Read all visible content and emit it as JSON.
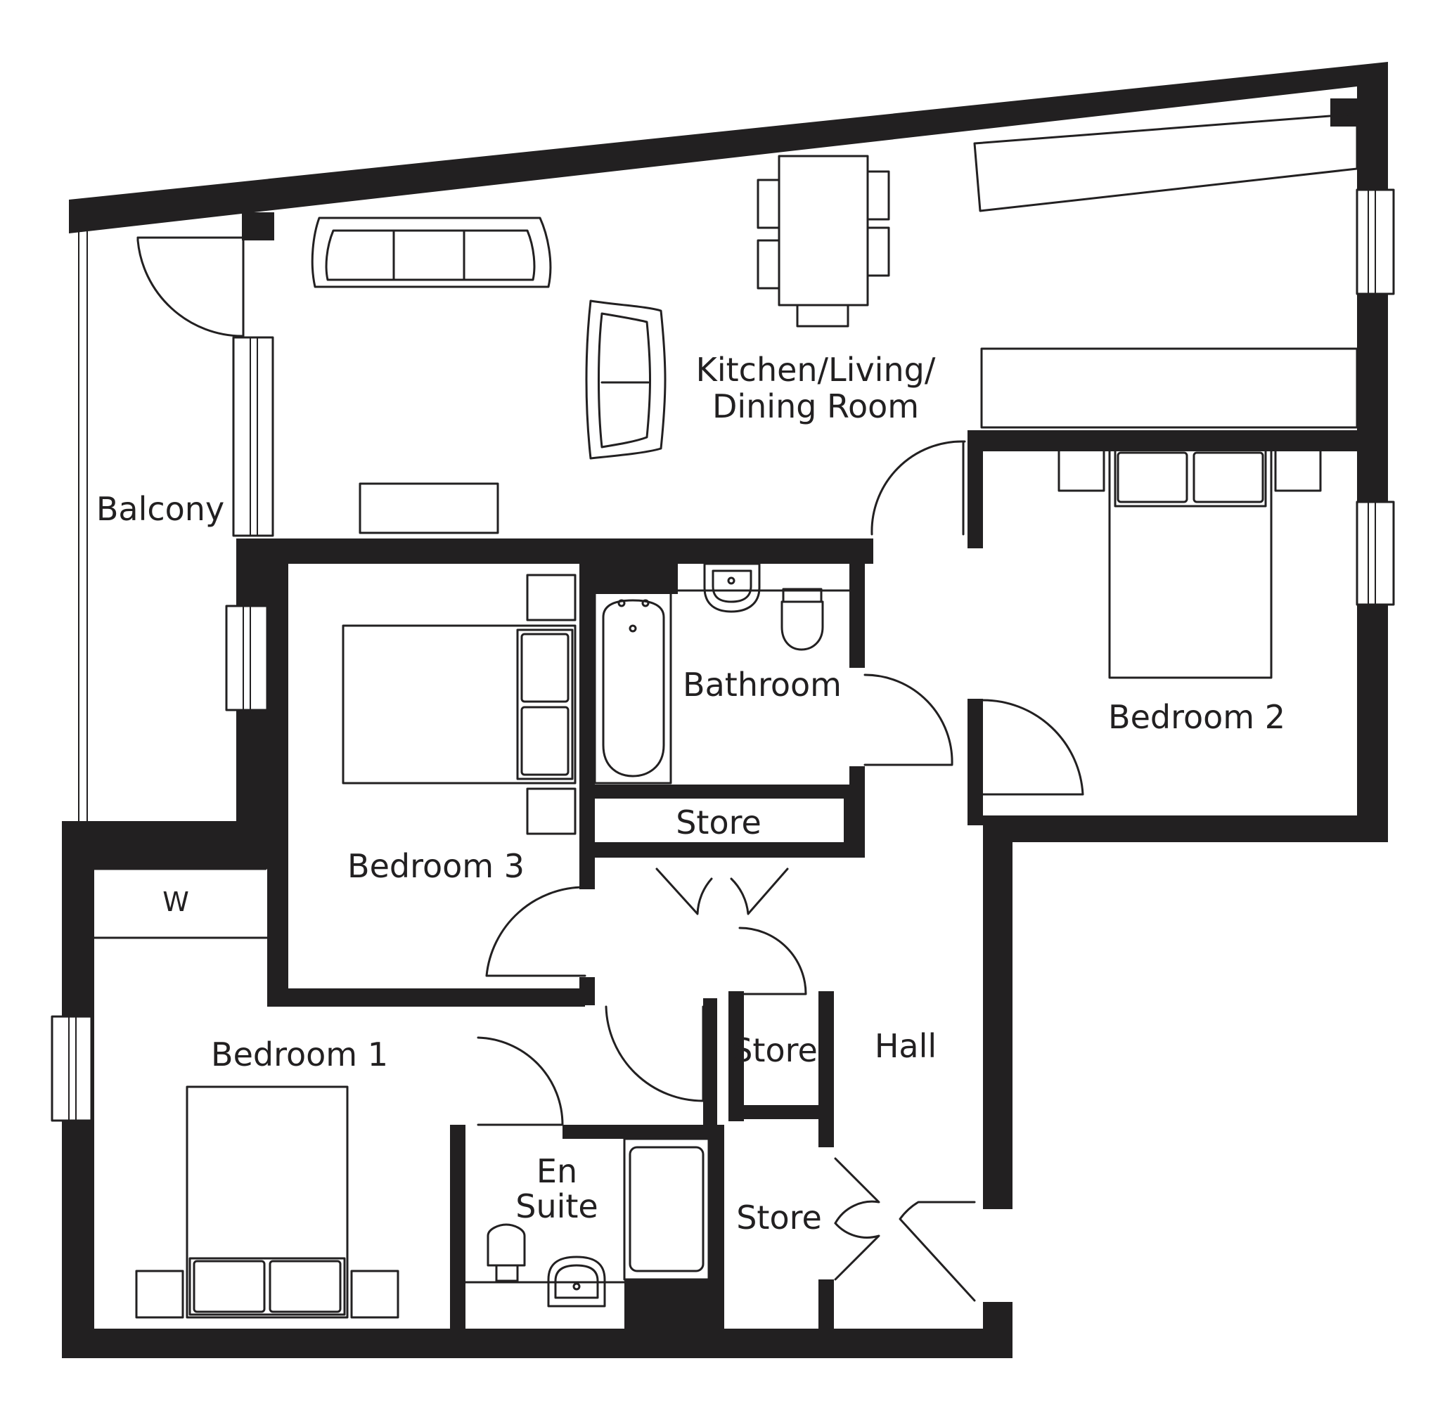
{
  "floorplan": {
    "rooms": {
      "kitchen_living_dining": [
        "Kitchen/Living/",
        "Dining Room"
      ],
      "balcony": "Balcony",
      "bedroom_1": "Bedroom 1",
      "bedroom_2": "Bedroom 2",
      "bedroom_3": "Bedroom 3",
      "bathroom": "Bathroom",
      "en_suite": [
        "En",
        "Suite"
      ],
      "hall": "Hall",
      "store_upper": "Store",
      "store_middle": "Store",
      "store_lower": "Store",
      "wardrobe": "W"
    },
    "colors": {
      "wall": "#222021",
      "background": "#ffffff"
    }
  }
}
